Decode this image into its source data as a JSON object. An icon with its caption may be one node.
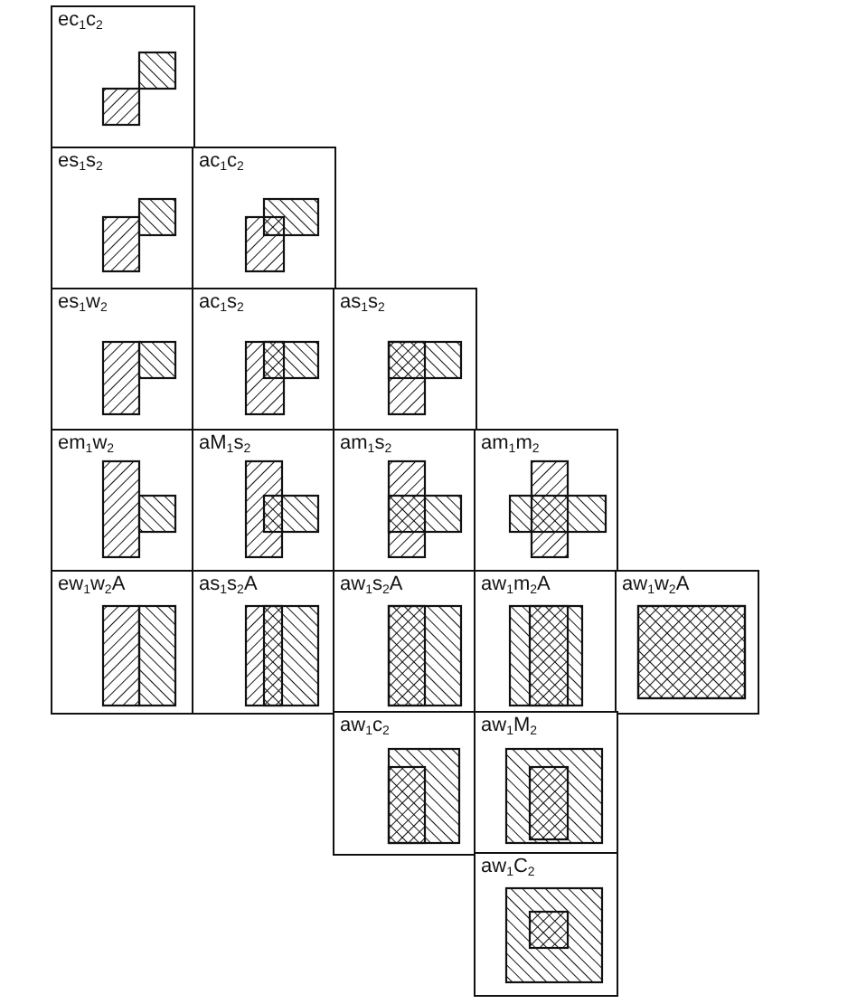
{
  "diagram": {
    "nodes": [
      {
        "text": [
          "ec$_{1}$c$_{2}$"
        ]
      },
      {
        "text": [
          "es$_{1}$s$_{2}$"
        ]
      },
      {
        "text": [
          "ac$_{1}$c$_{2}$"
        ]
      },
      {
        "text": [
          "es$_{1}$w$_{2}$"
        ]
      },
      {
        "text": [
          "ac$_{1}$s$_{2}$"
        ]
      },
      {
        "text": [
          "as$_{1}$s$_{2}$"
        ]
      },
      {
        "text": [
          "em$_{1}$w$_{2}$"
        ]
      },
      {
        "text": [
          "aM$_{1}$s$_{2}$"
        ]
      },
      {
        "text": [
          "am$_{1}$s$_{2}$"
        ]
      },
      {
        "text": [
          "am$_{1}$m$_{2}$"
        ]
      },
      {
        "text": [
          "ew$_{1}$w$_{2}$A"
        ]
      },
      {
        "text": [
          "as$_{1}$s$_{2}$A"
        ]
      },
      {
        "text": [
          "aw$_{1}$s$_{2}$A"
        ]
      },
      {
        "text": [
          "aw$_{1}$m$_{2}$A"
        ]
      },
      {
        "text": [
          "aw$_{1}$w$_{2}$A"
        ]
      },
      {
        "text": [
          "aw$_{1}$c$_{2}$"
        ]
      },
      {
        "text": [
          "aw$_{1}$M$_{2}$"
        ]
      },
      {
        "text": [
          "aw$_{1}$C$_{2}$"
        ]
      }
    ]
  }
}
